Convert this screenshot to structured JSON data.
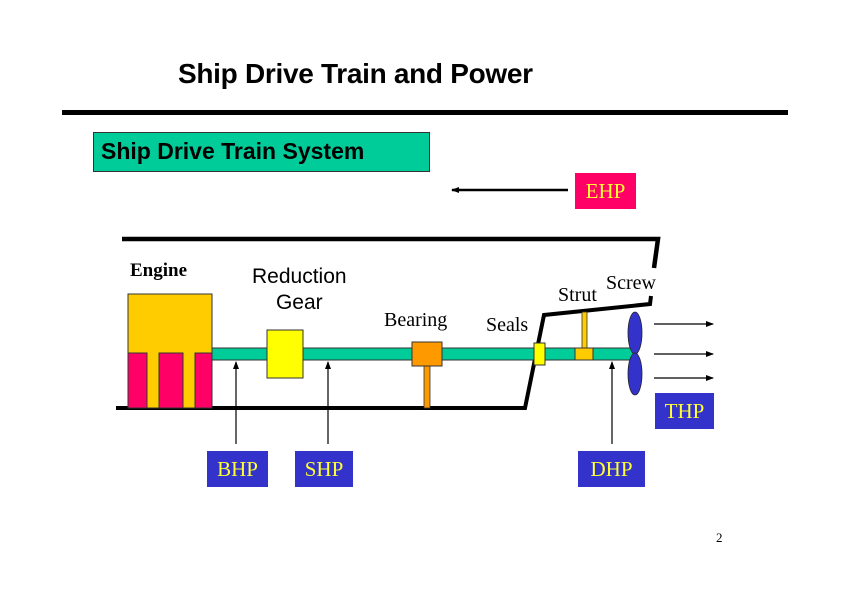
{
  "slide": {
    "title": "Ship Drive Train and Power",
    "subtitle": "Ship Drive Train System",
    "page_number": "2"
  },
  "components": {
    "engine": "Engine",
    "reduction_gear_line1": "Reduction",
    "reduction_gear_line2": "Gear",
    "bearing": "Bearing",
    "seals": "Seals",
    "strut": "Strut",
    "screw": "Screw"
  },
  "power_labels": {
    "ehp": "EHP",
    "bhp": "BHP",
    "shp": "SHP",
    "dhp": "DHP",
    "thp": "THP"
  },
  "colors": {
    "subtitle_bg": "#00cc99",
    "shaft": "#00cc99",
    "engine_block": "#ffcc00",
    "engine_cylinders": "#ff0066",
    "reduction_gear": "#ffff00",
    "bearing": "#ff9900",
    "strut": "#ffcc00",
    "seal": "#ffff00",
    "propeller": "#3333cc",
    "ehp_bg": "#ff0066",
    "power_box_bg": "#3333cc",
    "power_text": "#ffff33"
  }
}
